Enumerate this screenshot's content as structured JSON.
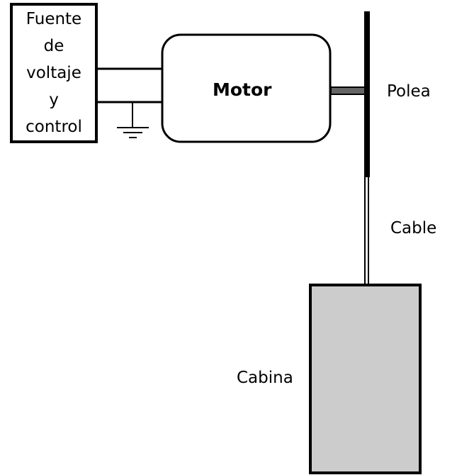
{
  "source_box": {
    "lines": [
      "Fuente",
      "de",
      "voltaje",
      "y",
      "control"
    ]
  },
  "motor": {
    "label": "Motor"
  },
  "pulley": {
    "label": "Polea"
  },
  "cable": {
    "label": "Cable"
  },
  "cabin": {
    "label": "Cabina"
  },
  "colors": {
    "stroke": "#000000",
    "background": "#ffffff",
    "shaft": "#666666",
    "cabin_fill": "#cccccc"
  }
}
